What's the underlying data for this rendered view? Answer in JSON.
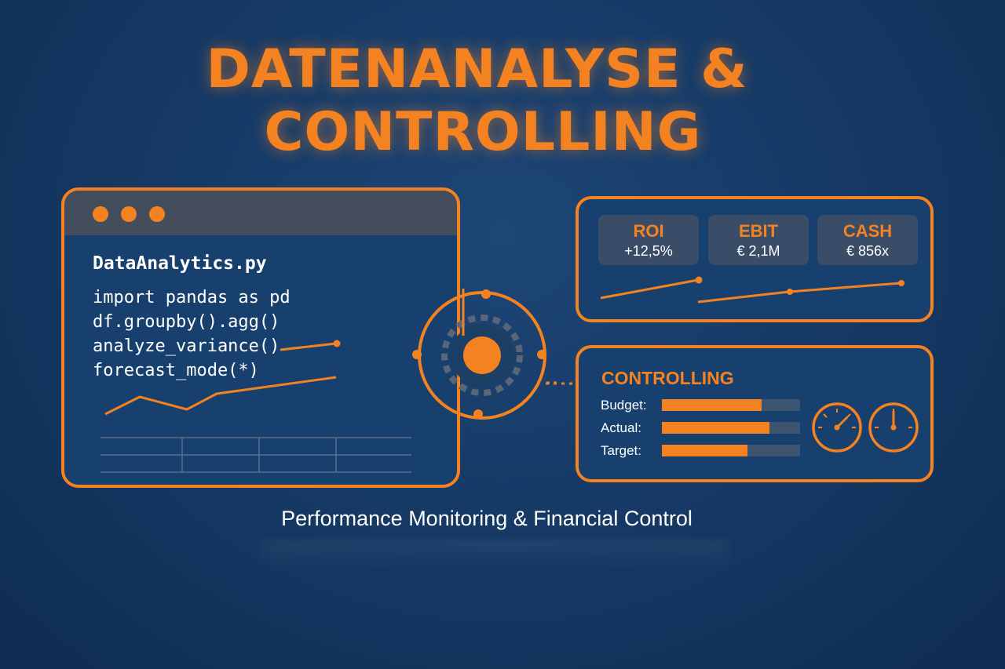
{
  "title": {
    "line1": "DATENANALYSE &",
    "line2": "CONTROLLING"
  },
  "colors": {
    "accent": "#f58220",
    "background": "#163a66",
    "text": "#ffffff"
  },
  "code_window": {
    "filename": "DataAnalytics.py",
    "lines": [
      "import pandas as pd",
      "df.groupby().agg()",
      "analyze_variance()",
      "forecast_mode(*)"
    ]
  },
  "kpis": [
    {
      "label": "ROI",
      "value": "+12,5%"
    },
    {
      "label": "EBIT",
      "value": "€ 2,1M"
    },
    {
      "label": "CASH",
      "value": "€ 856x"
    }
  ],
  "controlling": {
    "title": "CONTROLLING",
    "bars": [
      {
        "label": "Budget:",
        "fraction": 0.72
      },
      {
        "label": "Actual:",
        "fraction": 0.78
      },
      {
        "label": "Target:",
        "fraction": 0.62
      }
    ],
    "gauges": [
      "gauge-icon",
      "gauge-icon"
    ]
  },
  "subtitle": "Performance Monitoring & Financial Control"
}
